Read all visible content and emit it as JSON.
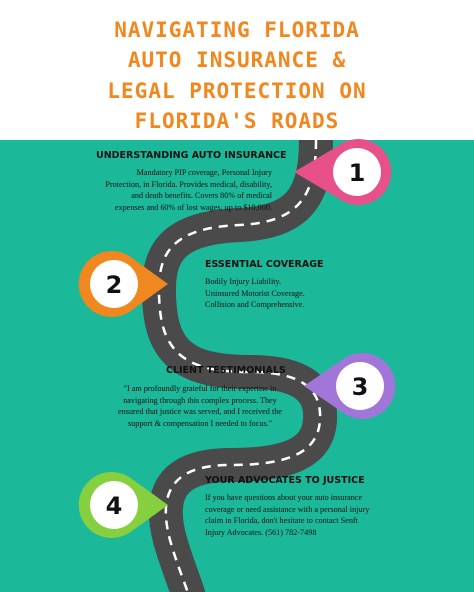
{
  "title": {
    "lines": [
      "NAVIGATING FLORIDA",
      "AUTO INSURANCE &",
      "LEGAL PROTECTION ON",
      "FLORIDA'S ROADS"
    ]
  },
  "colors": {
    "background": "#1bb89a",
    "title": "#f0871f",
    "pin1": "#e8508a",
    "pin2": "#f0871f",
    "pin3": "#a276d8",
    "pin4": "#86cf3f",
    "road": "#4a4a4a",
    "road_stripe": "#ffffff"
  },
  "sections": [
    {
      "number": "1",
      "heading": "UNDERSTANDING AUTO INSURANCE",
      "lines": [
        "Mandatory PIP coverage, Personal Injury",
        "Protection, in Florida. Provides medical, disability,",
        "and death benefits. Covers 80% of medical",
        "expenses and 60% of lost wages, up to $10,000."
      ]
    },
    {
      "number": "2",
      "heading": "ESSENTIAL COVERAGE",
      "lines": [
        "Bodily Injury Liability.",
        "Uninsured Motorist Coverage.",
        "Collision and Comprehensive."
      ]
    },
    {
      "number": "3",
      "heading": "CLIENT TESTIMONIALS",
      "lines": [
        "\"I am profoundly grateful for their expertise in",
        "navigating through this complex process. They",
        "ensured that justice was served, and I received the",
        "support & compensation I needed to focus.\""
      ]
    },
    {
      "number": "4",
      "heading": "YOUR ADVOCATES TO JUSTICE",
      "lines": [
        "If you have questions about your auto insurance",
        "coverage or need assistance with a personal injury",
        "claim in Florida, don't hesitate to contact Senft",
        "Injury Advocates. (561) 782-7498"
      ]
    }
  ]
}
